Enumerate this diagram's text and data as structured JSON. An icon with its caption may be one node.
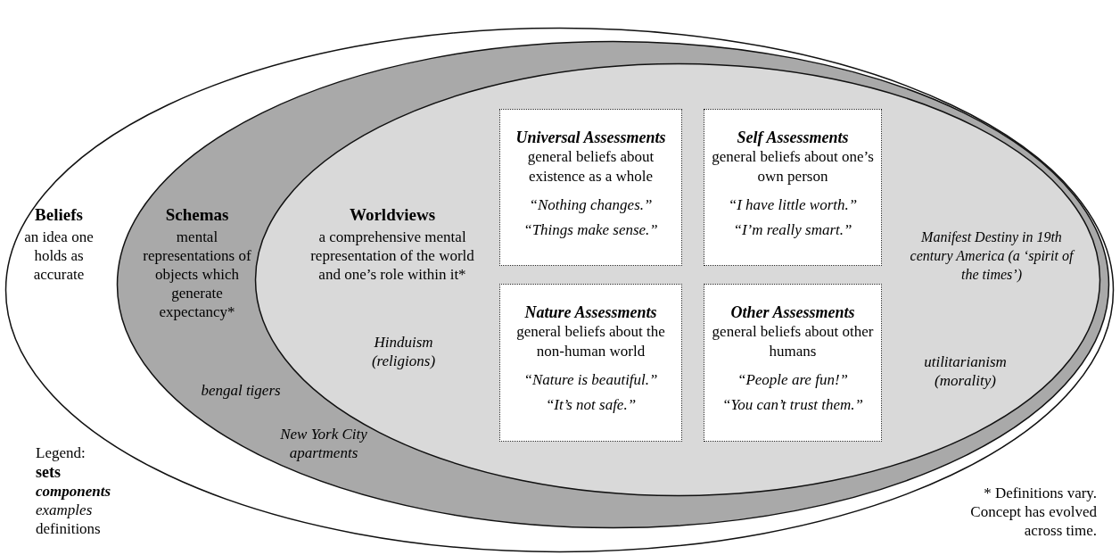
{
  "diagram": {
    "nodes": [
      {
        "text": [
          "Beliefs",
          "an idea one holds as accurate"
        ]
      },
      {
        "text": [
          "Schemas",
          "mental representations of objects which generate expectancy*"
        ],
        "in": 0
      },
      {
        "text": [
          "Worldviews",
          "a comprehensive mental representation of the world and one’s role within it*"
        ],
        "in": 1
      },
      {
        "text": [
          "Universal Assessments",
          "general beliefs about existence as a whole",
          "“Nothing changes.”",
          "“Things make sense.”"
        ],
        "in": 2
      },
      {
        "text": [
          "Self Assessments",
          "general beliefs about one’s own person",
          "“I have little worth.”",
          "“I’m really smart.”"
        ],
        "in": 2
      },
      {
        "text": [
          "Nature Assessments",
          "general beliefs about the non-human world",
          "“Nature is beautiful.”",
          "“It’s not safe.”"
        ],
        "in": 2
      },
      {
        "text": [
          "Other Assessments",
          "general beliefs about other humans",
          "“People are fun!”",
          "“You can’t trust them.”"
        ],
        "in": 2
      }
    ],
    "edges": [],
    "labels": [
      "Manifest Destiny in 19th century America (a ‘spirit of the times’)",
      "Hinduism (religions)",
      "utilitarianism (morality)",
      "bengal tigers",
      "New York City apartments",
      "Legend:",
      "* Definitions vary. Concept has evolved across time."
    ],
    "legend": [
      {
        "text": "sets"
      },
      {
        "text": "components"
      },
      {
        "text": "examples"
      },
      {
        "text": "definitions"
      }
    ]
  }
}
